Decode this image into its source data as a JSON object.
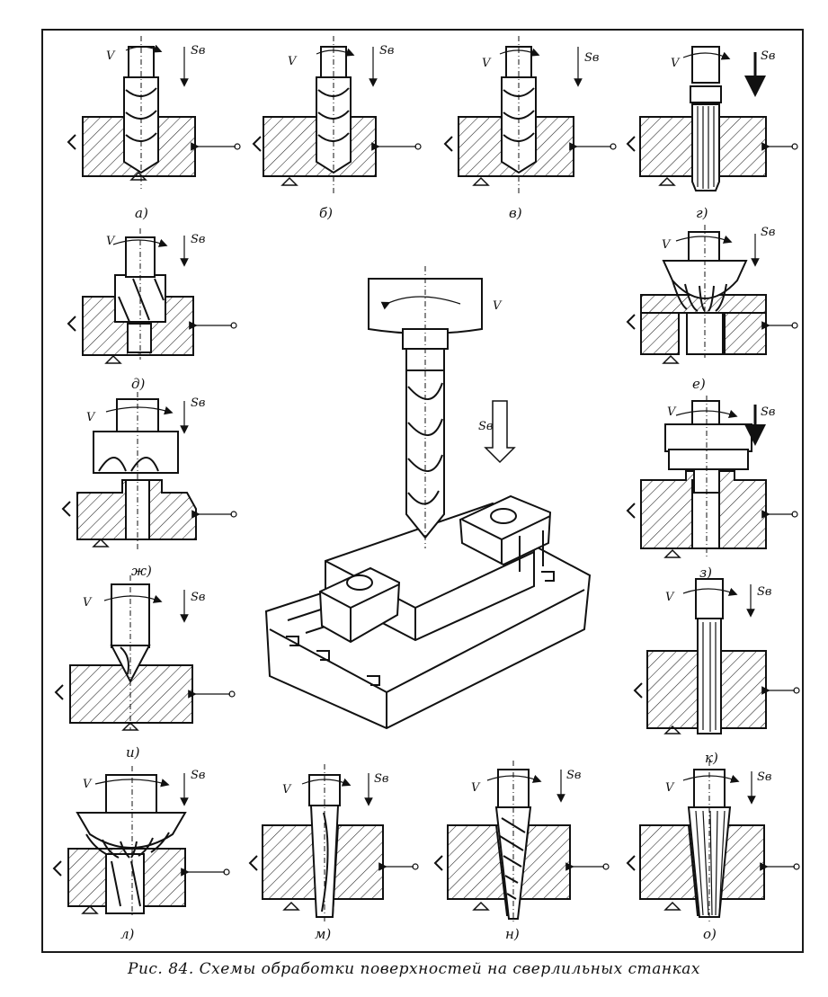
{
  "caption": "Рис. 84. Схемы обработки поверхностей на сверлильных станках",
  "symbols": {
    "speed": "V",
    "feed": "Sв"
  },
  "panels": [
    {
      "id": "a",
      "label": "а)"
    },
    {
      "id": "b",
      "label": "б)"
    },
    {
      "id": "v",
      "label": "в)"
    },
    {
      "id": "g",
      "label": "г)"
    },
    {
      "id": "d",
      "label": "д)"
    },
    {
      "id": "e",
      "label": "е)"
    },
    {
      "id": "zh",
      "label": "ж)"
    },
    {
      "id": "z",
      "label": "з)"
    },
    {
      "id": "i",
      "label": "и)"
    },
    {
      "id": "k",
      "label": "к)"
    },
    {
      "id": "l",
      "label": "л)"
    },
    {
      "id": "m",
      "label": "м)"
    },
    {
      "id": "n",
      "label": "н)"
    },
    {
      "id": "o",
      "label": "о)"
    }
  ]
}
